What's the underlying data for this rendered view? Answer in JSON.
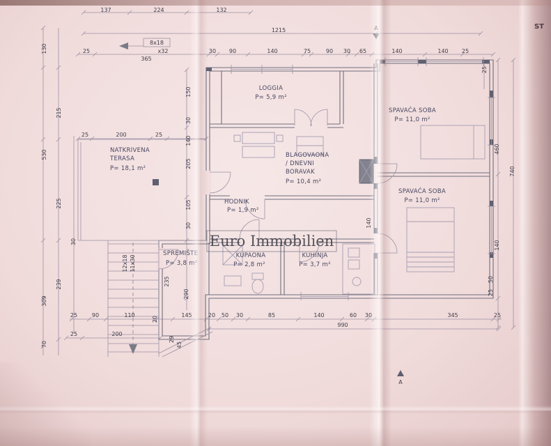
{
  "watermark": "Euro Immobilien",
  "markers": {
    "section_top": "A",
    "section_bottom": "A",
    "corner": "ST"
  },
  "rooms": {
    "loggia": {
      "name": "LOGGIA",
      "area": "P= 5,9 m²"
    },
    "bedroom1": {
      "name": "SPAVAĆA SOBA",
      "area": "P= 11,0 m²"
    },
    "bedroom2": {
      "name": "SPAVAĆA SOBA",
      "area": "P= 11,0 m²"
    },
    "living": {
      "line1": "BLAGOVAONA",
      "line2": "/ DNEVNI",
      "line3": "BORAVAK",
      "area": "P= 10,4 m²"
    },
    "hall": {
      "name": "HODNIK",
      "area": "P= 1,9 m²"
    },
    "terrace": {
      "line1": "NATKRIVENA",
      "line2": "TERASA",
      "area": "P= 18,1 m²"
    },
    "storage": {
      "name": "SPREMIŠTE",
      "area": "P= 3,8 m²"
    },
    "bath": {
      "name": "KUPAONA",
      "area": "P= 2,8 m²"
    },
    "kitchen": {
      "name": "KUHINJA",
      "area": "P= 3,7 m²"
    }
  },
  "dims": {
    "top_row": [
      "137",
      "224",
      "132"
    ],
    "overall": "1215",
    "top_chain": [
      "25",
      "30",
      "90",
      "140",
      "75",
      "90",
      "30",
      "65",
      "140",
      "140",
      "25"
    ],
    "note": [
      "8x18",
      "x32",
      "365"
    ],
    "left_outer": [
      "130",
      "530",
      "309",
      "70"
    ],
    "left_inner": [
      "215",
      "225",
      "239"
    ],
    "left_mid": "30",
    "terrace_top": [
      "25",
      "200",
      "25"
    ],
    "inner_chain": [
      "150",
      "30",
      "140",
      "205",
      "105",
      "30"
    ],
    "inner_lower": [
      "235",
      "290",
      "20",
      "29",
      "45"
    ],
    "stairs": [
      "12x18",
      "11x30"
    ],
    "right_chain": [
      "25",
      "460",
      "740",
      "140",
      "50",
      "25"
    ],
    "right_mid": "140",
    "bottom_chain": [
      "25",
      "90",
      "110",
      "145",
      "20",
      "50",
      "30",
      "85",
      "140",
      "60",
      "30",
      "345",
      "25"
    ],
    "bottom_total": "990",
    "bottom_left": [
      "25",
      "200"
    ]
  }
}
